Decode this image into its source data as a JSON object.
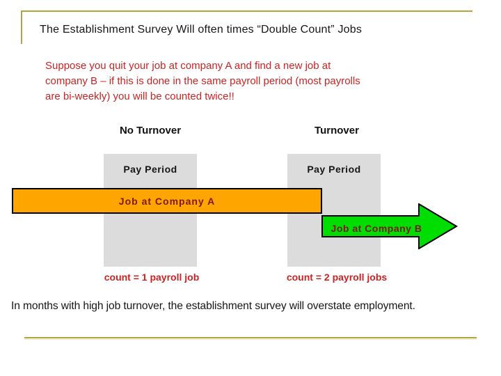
{
  "slide": {
    "title": "The Establishment Survey Will often times “Double Count” Jobs",
    "intro_lines": [
      "Suppose you quit your job at company A and find a new job at",
      "company B – if this is done in the same payroll period (most payrolls",
      "are bi-weekly) you will be counted twice!!"
    ],
    "conclusion": "In months with high job turnover, the establishment survey will overstate employment."
  },
  "diagram": {
    "left_column": {
      "header": "No Turnover",
      "pay_period_label": "Pay Period",
      "count_label": "count = 1 payroll job"
    },
    "right_column": {
      "header": "Turnover",
      "pay_period_label": "Pay Period",
      "count_label": "count = 2 payroll jobs"
    },
    "job_a_label": "Job at Company A",
    "job_b_label": "Job at Company B"
  },
  "colors": {
    "accent_gold": "#b3a242",
    "accent_gold_light": "#f2e9a8",
    "red_text": "#cc2222",
    "dark_red_label": "#7e181c",
    "orange_fill": "#ffa500",
    "green_fill": "#00dd00",
    "gray_fill": "#dcdcdc",
    "shape_border": "#000000"
  }
}
